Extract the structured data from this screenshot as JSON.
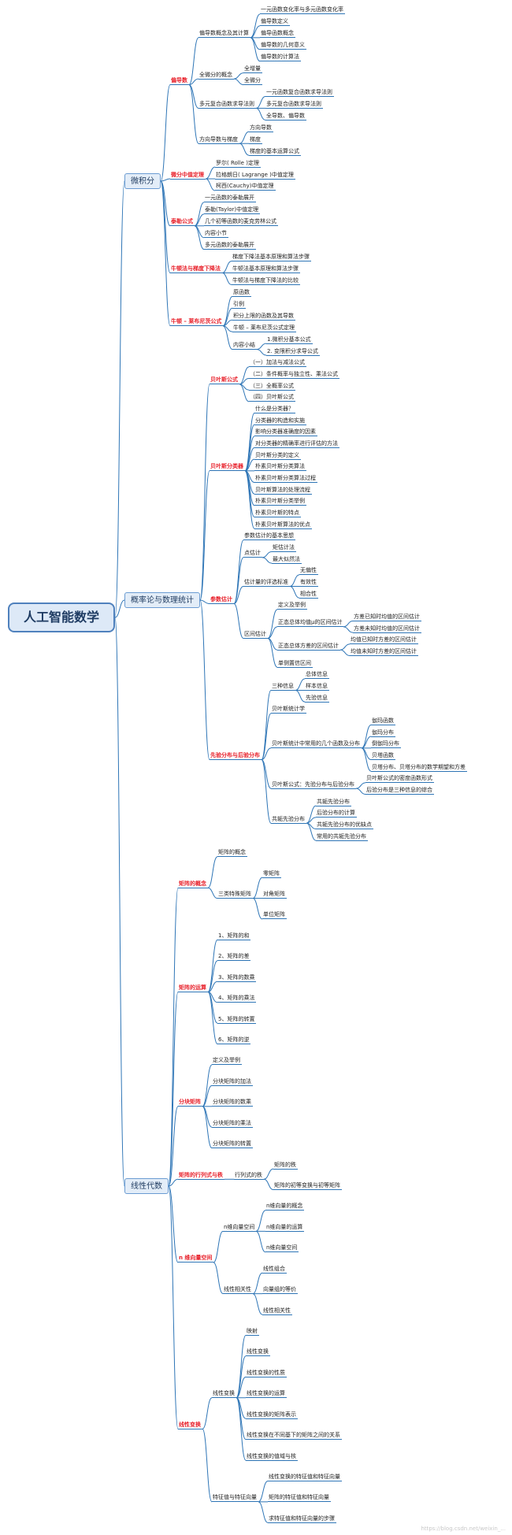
{
  "diagram": {
    "type": "mind-map",
    "colors": {
      "line": "#2e75b6",
      "root_fill": "#dde9f7",
      "branch_fill": "#e3edf8",
      "section_text": "#e8202a"
    },
    "root": {
      "label": "人工智能数学",
      "children": [
        {
          "label": "微积分",
          "children": [
            {
              "label": "偏导数",
              "children": [
                {
                  "label": "偏导数概念及其计算",
                  "children": [
                    {
                      "label": "一元函数变化率与多元函数变化率"
                    },
                    {
                      "label": "偏导数定义"
                    },
                    {
                      "label": "偏导函数概念"
                    },
                    {
                      "label": "偏导数的几何意义"
                    },
                    {
                      "label": "偏导数的计算法"
                    }
                  ]
                },
                {
                  "label": "全微分的概念",
                  "children": [
                    {
                      "label": "全增量"
                    },
                    {
                      "label": "全微分"
                    }
                  ]
                },
                {
                  "label": "多元复合函数求导法则",
                  "children": [
                    {
                      "label": "一元函数复合函数求导法则"
                    },
                    {
                      "label": "多元复合函数求导法则"
                    },
                    {
                      "label": "全导数、偏导数"
                    }
                  ]
                },
                {
                  "label": "方向导数与梯度",
                  "children": [
                    {
                      "label": "方向导数"
                    },
                    {
                      "label": "梯度"
                    },
                    {
                      "label": "梯度的基本运算公式"
                    }
                  ]
                }
              ]
            },
            {
              "label": "微分中值定理",
              "children": [
                {
                  "label": "罗尔( Rolle )定理"
                },
                {
                  "label": "拉格朗日( Lagrange )中值定理"
                },
                {
                  "label": "柯西(Cauchy)中值定理"
                }
              ]
            },
            {
              "label": "泰勒公式",
              "children": [
                {
                  "label": "一元函数的泰勒展开"
                },
                {
                  "label": "泰勒(Taylor)中值定理"
                },
                {
                  "label": "几个初等函数的麦克劳林公式"
                },
                {
                  "label": "内容小节"
                },
                {
                  "label": "多元函数的泰勒展开"
                }
              ]
            },
            {
              "label": "牛顿法与梯度下降法",
              "children": [
                {
                  "label": "梯度下降法基本原理和算法步骤"
                },
                {
                  "label": "牛顿法基本原理和算法步骤"
                },
                {
                  "label": "牛顿法与梯度下降法的比较"
                }
              ]
            },
            {
              "label": "牛顿 – 莱布尼茨公式",
              "children": [
                {
                  "label": "原函数"
                },
                {
                  "label": "引例"
                },
                {
                  "label": "积分上限的函数及其导数"
                },
                {
                  "label": "牛顿 – 莱布尼茨公式定理"
                },
                {
                  "label": "内容小结",
                  "children": [
                    {
                      "label": "1.微积分基本公式"
                    },
                    {
                      "label": "2. 变限积分求导公式"
                    }
                  ]
                }
              ]
            }
          ]
        },
        {
          "label": "概率论与数理统计",
          "children": [
            {
              "label": "贝叶斯公式",
              "children": [
                {
                  "label": "（一）加法与减法公式"
                },
                {
                  "label": "（二）条件概率与独立性、乘法公式"
                },
                {
                  "label": "（三）全概率公式"
                },
                {
                  "label": "（四）贝叶斯公式"
                }
              ]
            },
            {
              "label": "贝叶斯分类器",
              "children": [
                {
                  "label": "什么是分类器？"
                },
                {
                  "label": "分类器的构造和实施"
                },
                {
                  "label": "影响分类器准确度的因素"
                },
                {
                  "label": "对分类器的精确率进行评估的方法"
                },
                {
                  "label": "贝叶斯分类的定义"
                },
                {
                  "label": "朴素贝叶斯分类算法"
                },
                {
                  "label": "朴素贝叶斯分类算法过程"
                },
                {
                  "label": "贝叶斯算法的处理流程"
                },
                {
                  "label": "朴素贝叶斯分类举例"
                },
                {
                  "label": "朴素贝叶斯的特点"
                },
                {
                  "label": "朴素贝叶斯算法的优点"
                }
              ]
            },
            {
              "label": "参数估计",
              "children": [
                {
                  "label": "参数估计的基本思想"
                },
                {
                  "label": "点估计",
                  "children": [
                    {
                      "label": "矩估计法"
                    },
                    {
                      "label": "最大似然法"
                    }
                  ]
                },
                {
                  "label": "估计量的评选标准",
                  "children": [
                    {
                      "label": "无偏性"
                    },
                    {
                      "label": "有效性"
                    },
                    {
                      "label": "相合性"
                    }
                  ]
                },
                {
                  "label": "区间估计",
                  "children": [
                    {
                      "label": "定义及举例"
                    },
                    {
                      "label": "正态总体均值μ的区间估计",
                      "children": [
                        {
                          "label": "方差已知时均值的区间估计"
                        },
                        {
                          "label": "方差未知时均值的区间估计"
                        }
                      ]
                    },
                    {
                      "label": "正态总体方差的区间估计",
                      "children": [
                        {
                          "label": "均值已知时方差的区间估计"
                        },
                        {
                          "label": "均值未知时方差的区间估计"
                        }
                      ]
                    },
                    {
                      "label": "单侧置信区间"
                    }
                  ]
                }
              ]
            },
            {
              "label": "先验分布与后验分布",
              "children": [
                {
                  "label": "三种信息",
                  "children": [
                    {
                      "label": "总体信息"
                    },
                    {
                      "label": "样本信息"
                    },
                    {
                      "label": "先验信息"
                    }
                  ]
                },
                {
                  "label": "贝叶斯统计学"
                },
                {
                  "label": "贝叶斯统计中常用的几个函数及分布",
                  "children": [
                    {
                      "label": "伽玛函数"
                    },
                    {
                      "label": "伽玛分布"
                    },
                    {
                      "label": "倒伽玛分布"
                    },
                    {
                      "label": "贝塔函数"
                    },
                    {
                      "label": "贝塔分布、贝塔分布的数学期望和方差"
                    }
                  ]
                },
                {
                  "label": "贝叶斯公式：先验分布与后验分布",
                  "children": [
                    {
                      "label": "贝叶斯公式的密度函数形式"
                    },
                    {
                      "label": "后验分布是三种信息的综合"
                    }
                  ]
                },
                {
                  "label": "共轭先验分布",
                  "children": [
                    {
                      "label": "共轭先验分布"
                    },
                    {
                      "label": "后验分布的计算"
                    },
                    {
                      "label": "共轭先验分布的优缺点"
                    },
                    {
                      "label": "常用的共轭先验分布"
                    }
                  ]
                }
              ]
            }
          ]
        },
        {
          "label": "线性代数",
          "children": [
            {
              "label": "矩阵的概念",
              "children": [
                {
                  "label": "矩阵的概念"
                },
                {
                  "label": "三类特殊矩阵",
                  "children": [
                    {
                      "label": "零矩阵"
                    },
                    {
                      "label": "对角矩阵"
                    },
                    {
                      "label": "单位矩阵"
                    }
                  ]
                }
              ]
            },
            {
              "label": "矩阵的运算",
              "children": [
                {
                  "label": "1、矩阵的和"
                },
                {
                  "label": "2、矩阵的差"
                },
                {
                  "label": "3、矩阵的数乘"
                },
                {
                  "label": "4、矩阵的乘法"
                },
                {
                  "label": "5、矩阵的转置"
                },
                {
                  "label": "6、矩阵的逆"
                }
              ]
            },
            {
              "label": "分块矩阵",
              "children": [
                {
                  "label": "定义及举例"
                },
                {
                  "label": "分块矩阵的加法"
                },
                {
                  "label": "分块矩阵的数乘"
                },
                {
                  "label": "分块矩阵的乘法"
                },
                {
                  "label": "分块矩阵的转置"
                }
              ]
            },
            {
              "label": "矩阵的行列式与秩",
              "children": [
                {
                  "label": "行列式的秩",
                  "children": [
                    {
                      "label": "矩阵的秩"
                    },
                    {
                      "label": "矩阵的初等变换与初等矩阵"
                    }
                  ]
                }
              ]
            },
            {
              "label": "n 维向量空间",
              "children": [
                {
                  "label": "n维向量空间",
                  "children": [
                    {
                      "label": "n维向量的概念"
                    },
                    {
                      "label": "n维向量的运算"
                    },
                    {
                      "label": "n维向量空间"
                    }
                  ]
                },
                {
                  "label": "线性相关性",
                  "children": [
                    {
                      "label": "线性组合"
                    },
                    {
                      "label": "向量组的等价"
                    },
                    {
                      "label": "线性相关性"
                    }
                  ]
                }
              ]
            },
            {
              "label": "线性变换",
              "children": [
                {
                  "label": "线性变换",
                  "children": [
                    {
                      "label": "映射"
                    },
                    {
                      "label": "线性变换"
                    },
                    {
                      "label": "线性变换的性质"
                    },
                    {
                      "label": "线性变换的运算"
                    },
                    {
                      "label": "线性变换的矩阵表示"
                    },
                    {
                      "label": "线性变换在不同基下的矩阵之间的关系"
                    },
                    {
                      "label": "线性变换的值域与核"
                    }
                  ]
                },
                {
                  "label": "特征值与特征向量",
                  "children": [
                    {
                      "label": "线性变换的特征值和特征向量"
                    },
                    {
                      "label": "矩阵的特征值和特征向量"
                    },
                    {
                      "label": "求特征值和特征向量的步骤"
                    }
                  ]
                }
              ]
            }
          ]
        }
      ]
    }
  },
  "watermark": "https://blog.csdn.net/weixin_..."
}
